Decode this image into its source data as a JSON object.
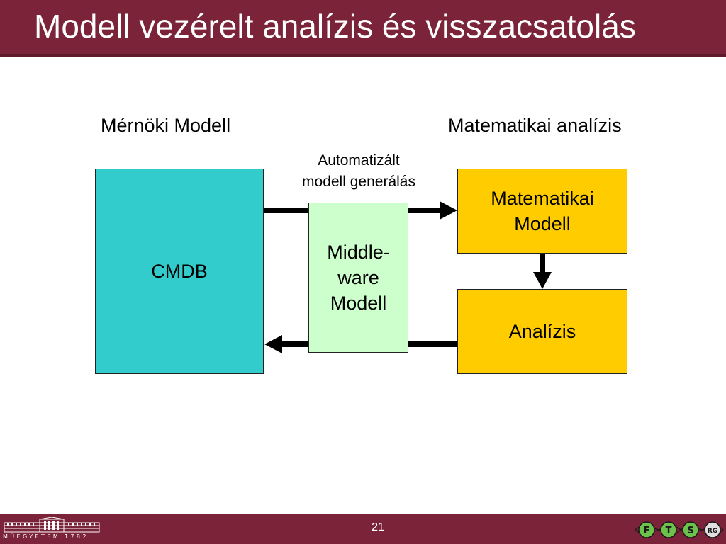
{
  "slide": {
    "title": "Modell vezérelt analízis és visszacsatolás",
    "page_number": "21"
  },
  "diagram": {
    "left_heading": "Mérnöki Modell",
    "right_heading": "Matematikai analízis",
    "middle_note_line1": "Automatizált",
    "middle_note_line2": "modell generálás",
    "nodes": {
      "cmdb": "CMDB",
      "middleware_line1": "Middle-",
      "middleware_line2": "ware",
      "middleware_line3": "Modell",
      "math_model_line1": "Matematikai",
      "math_model_line2": "Modell",
      "analysis": "Analízis"
    },
    "colors": {
      "cmdb": "#33cccc",
      "middleware": "#ccffcc",
      "math": "#ffcc00",
      "brand": "#7b2339"
    }
  },
  "footer": {
    "left_logo_text": "MŰEGYETEM 1782",
    "right_logo_letters": [
      "F",
      "T",
      "S",
      "RG"
    ]
  }
}
